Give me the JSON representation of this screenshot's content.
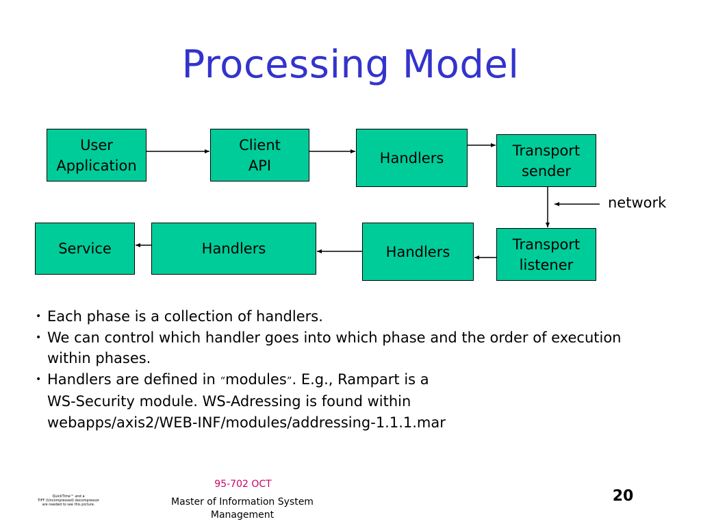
{
  "slide": {
    "title": "Processing Model",
    "page_number": "20",
    "footer_course": "95-702 OCT",
    "footer_program": "Master of Information System Management",
    "quicktime_note": [
      "QuickTime™ and a",
      "TIFF (Uncompressed) decompressor",
      "are needed to see this picture."
    ]
  },
  "diagram": {
    "boxes": {
      "user_application": "User\nApplication",
      "client_api": "Client\nAPI",
      "handlers_top": "Handlers",
      "transport_sender": "Transport\nsender",
      "service": "Service",
      "handlers_bottom_left": "Handlers",
      "handlers_bottom_right": "Handlers",
      "transport_listener": "Transport\nlistener"
    },
    "network_label": "network",
    "colors": {
      "box_fill": "#00cc99",
      "title": "#3333cc",
      "footer_course": "#cc0066"
    }
  },
  "bullets": {
    "b1": "Each phase is a collection of handlers.",
    "b2": "We can control which handler goes into which phase and the order of execution within phases.",
    "b3_before": "Handlers are defined in ",
    "b3_open_quote": "“",
    "b3_quoted": "modules",
    "b3_close_quote": "”",
    "b3_after": ". E.g., Rampart is a",
    "b3_line2": "WS-Security module. WS-Adressing is found within",
    "b3_line3": "webapps/axis2/WEB-INF/modules/addressing-1.1.1.mar"
  }
}
